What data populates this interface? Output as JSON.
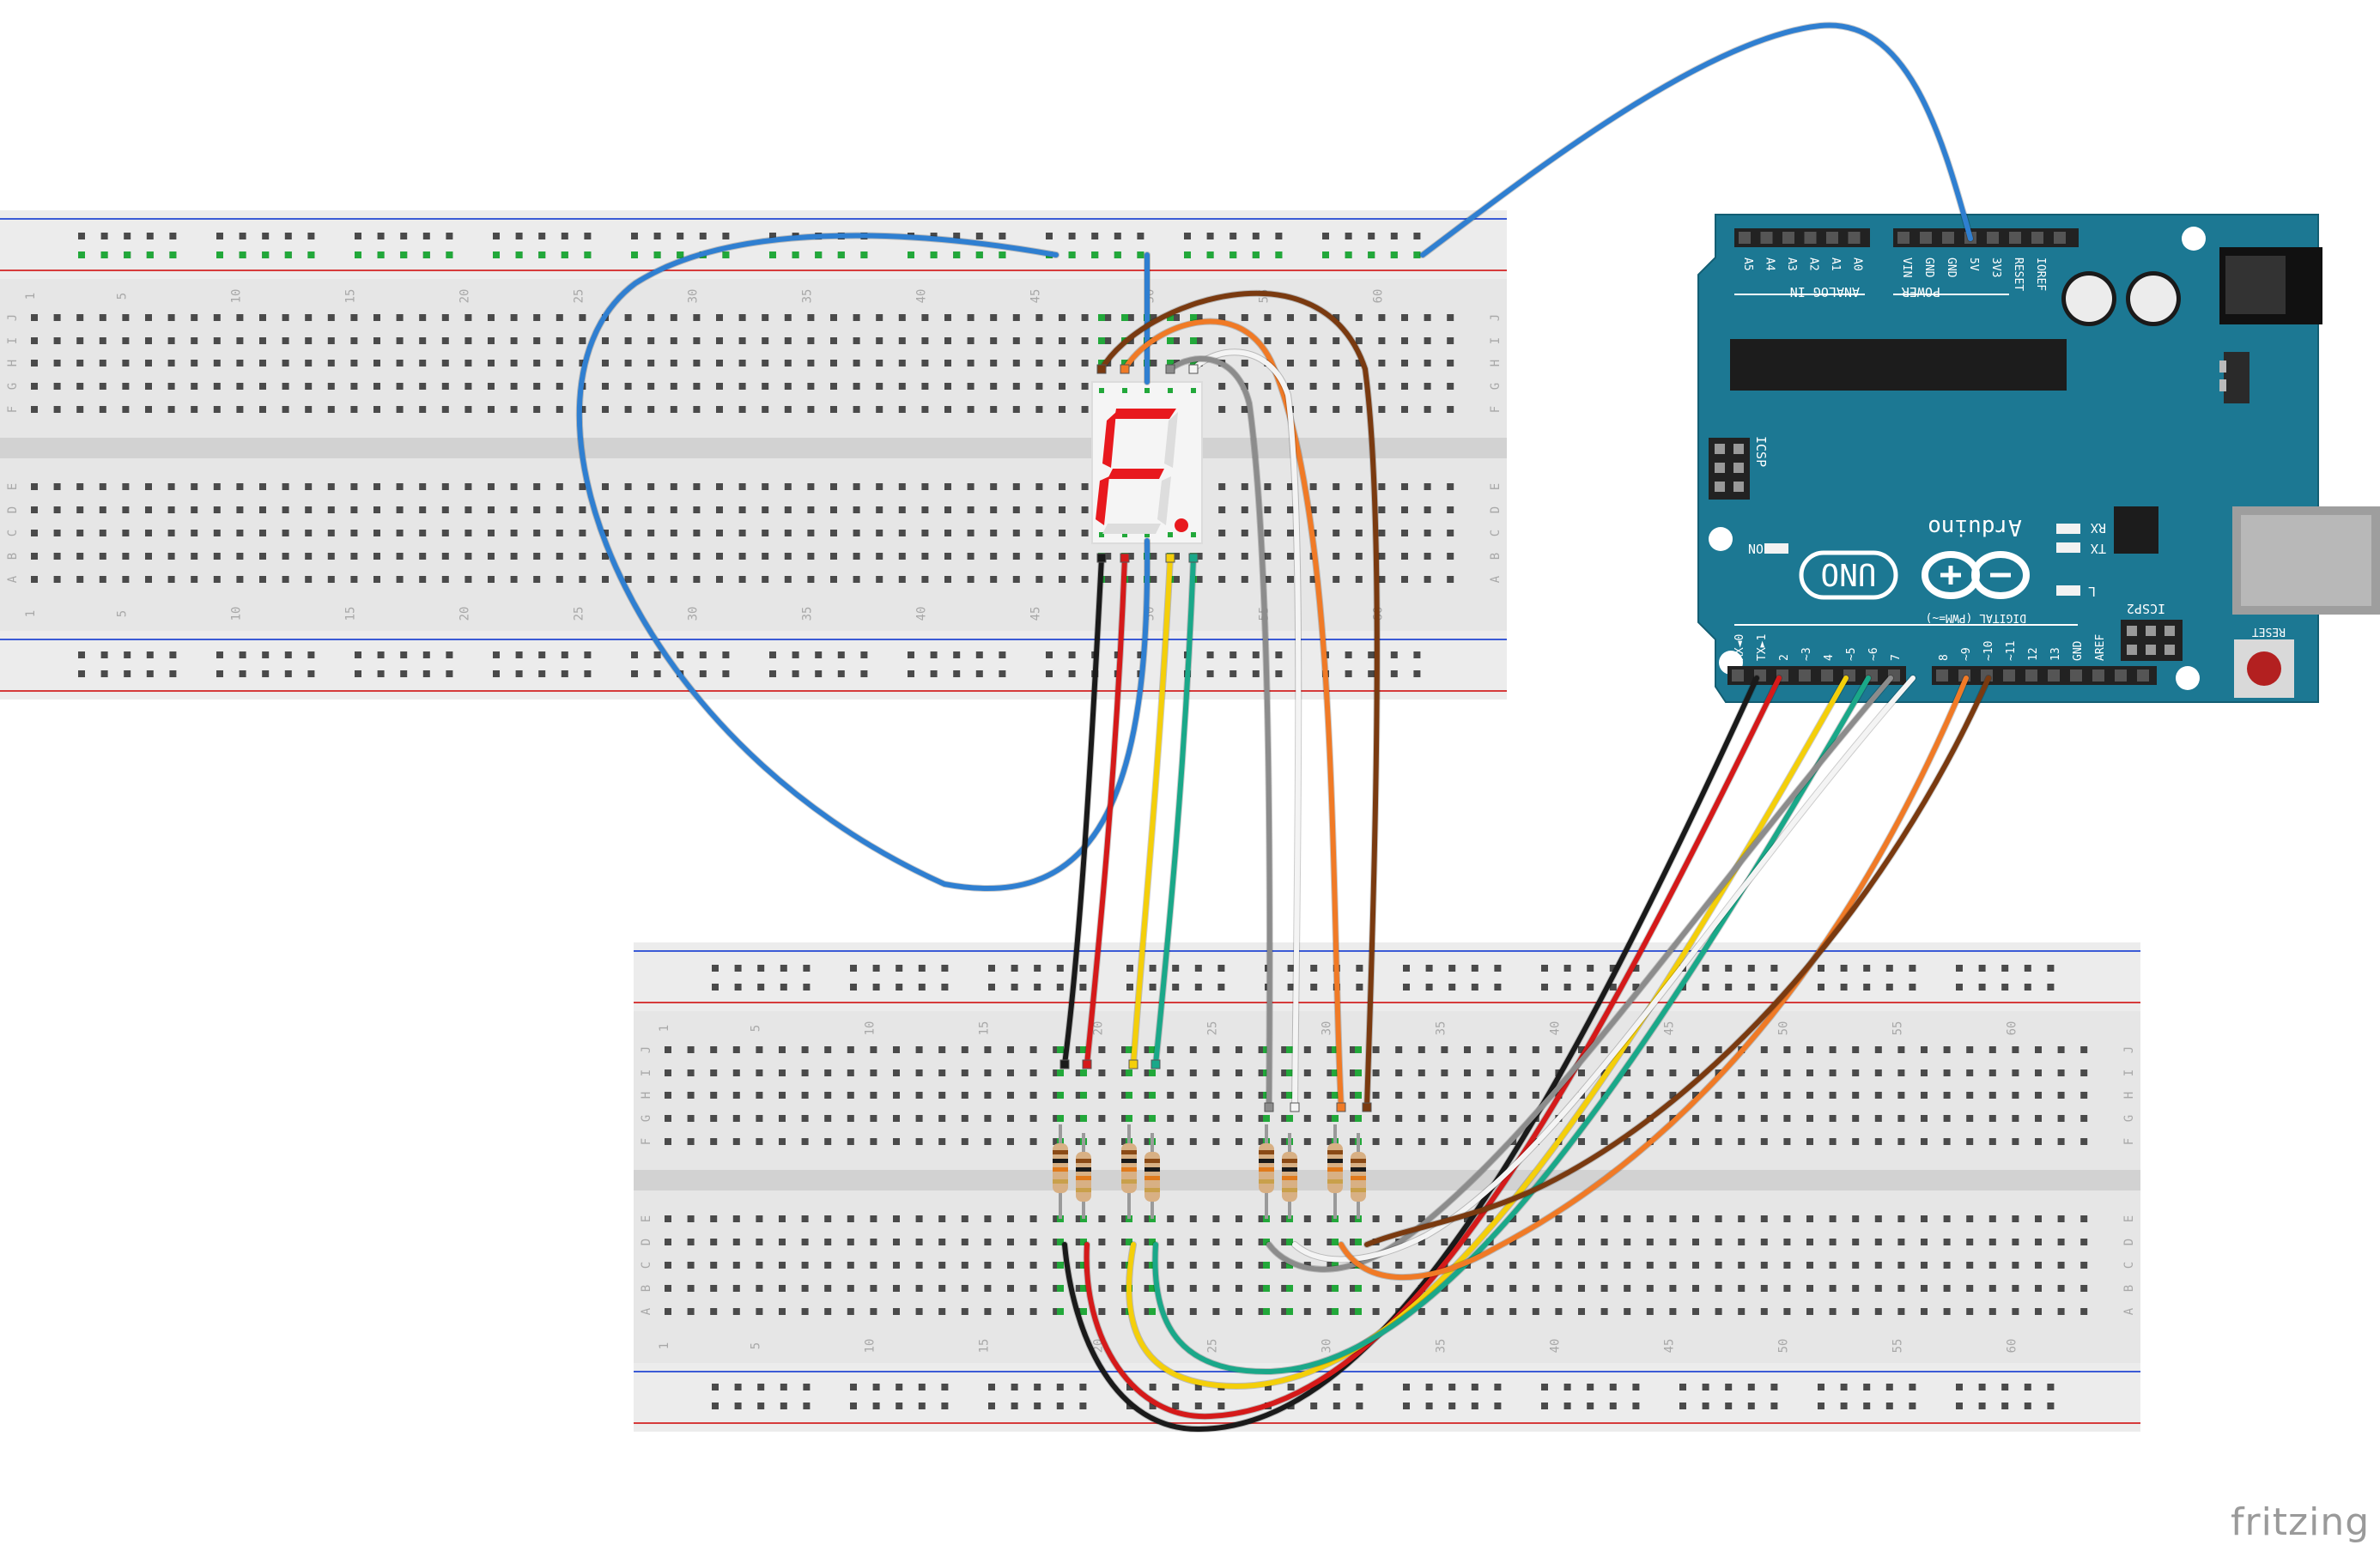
{
  "breadboard_col_labels": [
    "1",
    "5",
    "10",
    "15",
    "20",
    "25",
    "30",
    "35",
    "40",
    "45",
    "50",
    "55",
    "60"
  ],
  "breadboard_row_labels": [
    "A",
    "B",
    "C",
    "D",
    "E",
    "F",
    "G",
    "H",
    "I",
    "J"
  ],
  "display_digit": "F.",
  "arduino": {
    "brand": "Arduino",
    "model": "UNO",
    "analog_header_title": "ANALOG IN",
    "power_header_title": "POWER",
    "digital_header_title": "DIGITAL (PWM=~)",
    "analog_pins": [
      "A5",
      "A4",
      "A3",
      "A2",
      "A1",
      "A0"
    ],
    "power_pins": [
      "VIN",
      "GND",
      "GND",
      "5V",
      "3V3",
      "RESET",
      "IOREF"
    ],
    "digital_pins_low": [
      "RX◄0",
      "TX►1",
      "2",
      "~3",
      "4",
      "~5",
      "~6",
      "7"
    ],
    "digital_pins_high": [
      "8",
      "~9",
      "~10",
      "~11",
      "12",
      "13",
      "GND",
      "AREF"
    ],
    "icsp_label": "ICSP",
    "icsp2_label": "ICSP2",
    "on_label": "ON",
    "rx_label": "RX",
    "tx_label": "TX",
    "l_label": "L",
    "reset_label": "RESET"
  },
  "wire_colors": {
    "blue": "#2f7fd1",
    "brown": "#7a3a10",
    "orange": "#f07a26",
    "white": "#f4f4f4",
    "gray": "#8c8c8c",
    "green": "#1aa889",
    "yellow": "#f4cf0a",
    "red": "#d51a1a",
    "black": "#1a1a1a"
  },
  "board_color": "#1c7893",
  "segment_color": "#e8191e",
  "watermark": "fritzing"
}
